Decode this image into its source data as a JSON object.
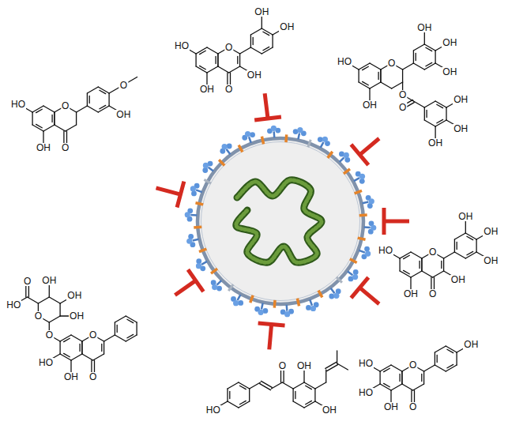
{
  "diagram": {
    "labels": [
      "HO",
      "O",
      "OH",
      "OH",
      "OH",
      "O",
      "OH",
      "HO",
      "O",
      "OH",
      "OH",
      "OH",
      "O",
      "O",
      "OH",
      "OH",
      "OH",
      "OH",
      "O",
      "OH",
      "HO",
      "O",
      "OH",
      "O",
      "OH",
      "OH",
      "OH",
      "HO",
      "O",
      "OH",
      "OH",
      "O",
      "OH",
      "HO",
      "O",
      "HO",
      "OH",
      "O",
      "HO",
      "O",
      "OH",
      "OH",
      "HO",
      "O",
      "OH",
      "OH",
      "OH",
      "O",
      "O",
      "O",
      "HO",
      "OH",
      "O"
    ]
  }
}
